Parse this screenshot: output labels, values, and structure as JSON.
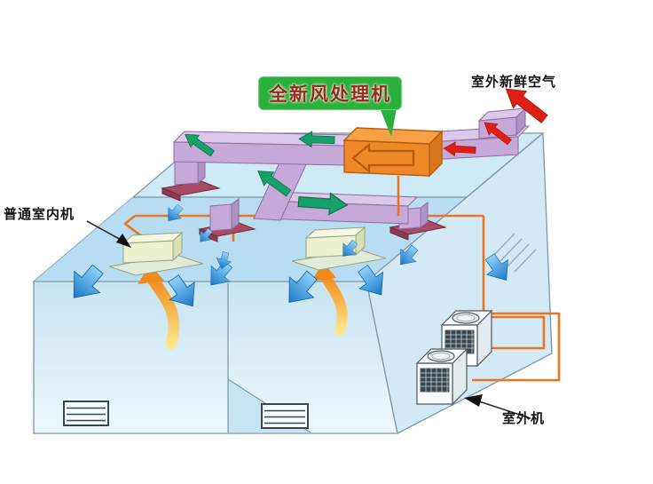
{
  "labels": {
    "fresh_air_unit": "全新风处理机",
    "outdoor_fresh_air": "室外新鲜空气",
    "indoor_unit": "普通室内机",
    "outdoor_unit": "室外机"
  },
  "colors": {
    "accent_green": "#2bb03c",
    "label_text_red": "#99291c",
    "text_black": "#141414",
    "building_glass": "#cfeaf7",
    "building_interior": "#b2daf0",
    "outline_gray": "#7d97a8",
    "duct_lavender": "#c6a9d8",
    "diffuser_maroon": "#a84a63",
    "unit_orange": "#ef8829",
    "pipe_orange": "#ec7420",
    "arrow_green": "#16a16b",
    "arrow_red": "#df1f14",
    "arrow_blue": "#2a93dd",
    "flame_orange": "#f5a233"
  },
  "flow_arrows": [
    {
      "name": "outdoor-fresh-air-arrow",
      "color": "#df1f14",
      "shape": "thick red arrow into rooftop intake duct"
    },
    {
      "name": "treated-air-duct-arrow",
      "color": "#16a16b",
      "shape": "thick green arrow along supply ducts"
    },
    {
      "name": "room-supply-air-arrow",
      "color": "#2a93dd",
      "shape": "blue 3D arrow blowing into rooms"
    },
    {
      "name": "return-air-arrow",
      "color": "#f5a233",
      "shape": "orange curved arrow rising to indoor unit"
    }
  ]
}
